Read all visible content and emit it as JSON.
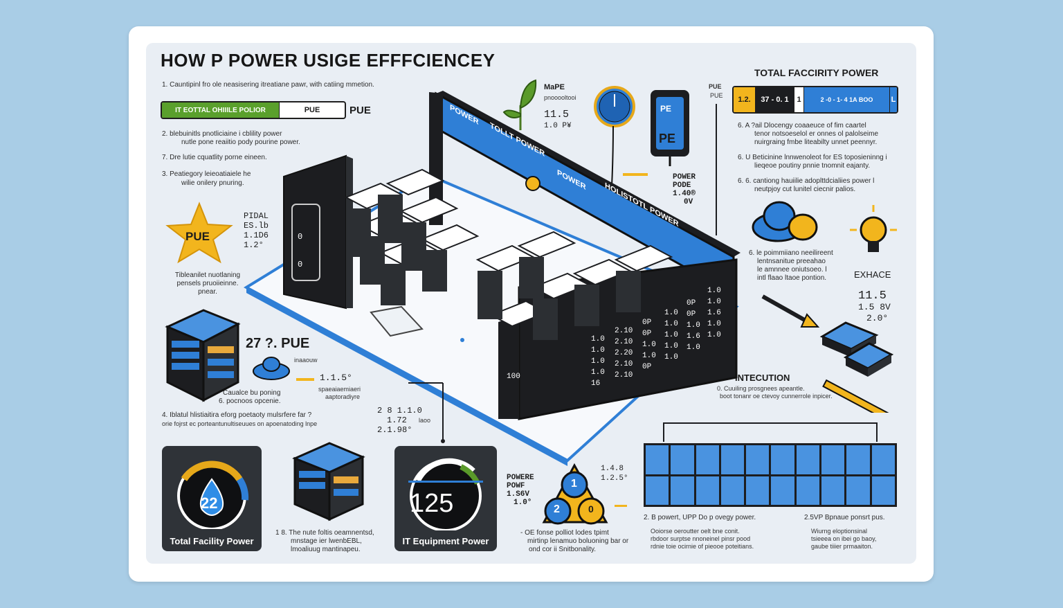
{
  "title": "HOW P POWER USIGE EFFFCIENCEY",
  "left": {
    "step1": "1.   Cauntipinl fro ole neasisering itreatiane pawr, with catiing mmetion.",
    "bar_left": "IT  EOTTAL OHIIILE POLIOR",
    "bar_right": "PUE",
    "bar_suffix": "PUE",
    "step2a": "2.   blebuinitls pnotliciaine i cblility power",
    "step2b": "nutle pone reaiitio pody pourine power.",
    "step7": "7.   Dre lutie cquatlity porne eineen.",
    "step3a": "3.   Peatiegory leieoatiaiele he",
    "step3b": "wilie onilery pnuring.",
    "star_label": "PUE",
    "pidal": [
      "PIDAL",
      "ES.lb",
      "1.1D6",
      "1.2°"
    ],
    "star_caption": [
      "Tibleanilet nuotlaning",
      "pensels pruoiieinne.",
      "pnear."
    ],
    "pue_mid": "27 ?. PUE",
    "pue_mid_sub": "inaaouw",
    "pue_val": "1.1.5°",
    "pue_val_sub": [
      "spaeaiaemiaeri",
      "aaptoradiyre"
    ],
    "caution": [
      "Caualce bu poning",
      "6.   pocnoos opcenie."
    ],
    "step4a": "4.   Iblatul hlistiaitira eforg poetaoty mulsrfere far ?",
    "step4b": "orie fojrst ec porteantunultiseuues on apoenatoding lnpe",
    "centre_vals": [
      "2 8  1.1.0",
      "1.72",
      "2.1.98°"
    ],
    "centre_vals_small": "laoo"
  },
  "gauges": [
    {
      "value": "22",
      "label": "Total Facility Power"
    },
    {
      "value": "125",
      "label": "IT Equipment Power"
    }
  ],
  "bottom_notes": {
    "note_a": [
      "1 8.  The nute foltis oeamnentsd,",
      "mnstage ier lwenbEBL,",
      "lmoaliuug mantinapeu."
    ],
    "note_b": [
      "-  OE fonse polliot lodes tpimt",
      "mirtinp lenamuo boluoning bar or",
      "ond cor ii Snitbonality."
    ],
    "pow": [
      "POWERE",
      "POWF",
      "1.S6V",
      "1.0°"
    ],
    "tri_vals": [
      "1.4.8",
      "1.2.5°"
    ],
    "tri_nums": [
      "1",
      "2",
      "0"
    ],
    "col2_title": "2. B powert, UPP Do p ovegy power.",
    "col2": [
      "Ooiorse oeroutter oelt bne conit.",
      "rbdoor surptse nnoneinel pinsr pood",
      "rdnie toie ocirnie of pieooe poteitians."
    ],
    "col3_title": "2.5VP  Bpnaue ponsrt pus.",
    "col3": [
      "Wiurng eloptionsinal",
      "tsieeea on ibei go baoy,",
      "gaube tiiier prmaaiton."
    ]
  },
  "top": {
    "leaf": [
      "MaPE"
    ],
    "leaf_sub": "pnooooltooi",
    "leaf_vals": [
      "11.5",
      "1.0 P¥"
    ],
    "meter_label": "PE",
    "meter_screen": "PE",
    "meter_side": [
      "POWER",
      "PODE",
      "1.40®",
      "0V"
    ],
    "total_title": "TOTAL FACCIRITY POWER",
    "pue_side": [
      "PUE",
      "PUE"
    ],
    "total_segs": [
      "1.2.",
      "37 - 0. 1",
      "1",
      "2 -0 - 1- 4 1A BOO",
      "L"
    ]
  },
  "right": {
    "notes": [
      [
        "6.   A  ?ail Dlocengy coaaeuce of fim caartel",
        "tenor notsoeselol er onnes ol palolseime",
        "nuirgraing fmbe liteabilty unnet peennyr."
      ],
      [
        "6.   U  Beticinine lnnwenoleot for ES toposieninng i",
        "lieqeoe poutiny pnnie tnomnit eajanty."
      ],
      [
        "6.   6.   cantiong hauiilie adoplttdcialiies power l",
        "neutpjoy cut lunitel ciecnir palios."
      ]
    ],
    "cloud_note": [
      "6.   le poimmiiano neeilireent",
      "lentnsanitue preeahao",
      "le amnnee oniutsoeo. l",
      "intl flaao ltaoe pontion."
    ],
    "exhace": "EXHACE",
    "exhace_vals": [
      "11.5",
      "1.5 8V",
      "2.0°"
    ],
    "intro_title": "INTECUTION",
    "intro": [
      "0.   Cuuiling prosgnees apeantle.",
      "boot tonanr oe ctevoy cunnerrole inpicer."
    ]
  },
  "iso": {
    "walls": [
      "POWER",
      "TOLLT POWER",
      "POWER",
      "HOLISTOTL POWER"
    ],
    "rack_nums": [
      [
        "0",
        "0"
      ],
      [
        "100"
      ]
    ],
    "wall_cols": [
      [
        "1.0",
        "1.0",
        "1.0",
        "1.0",
        "16"
      ],
      [
        "2.10",
        "2.10",
        "2.20",
        "2.10",
        "2.10"
      ],
      [
        "0P",
        "0P",
        "1.0",
        "1.0",
        "0P"
      ],
      [
        "1.0",
        "1.0",
        "1.0",
        "1.0",
        "1.0"
      ],
      [
        "0P",
        "0P",
        "1.0",
        "1.6",
        "1.0"
      ]
    ],
    "side_vals": [
      "1.0",
      "1.0",
      "1.6",
      "1.0",
      "1.0"
    ]
  },
  "colors": {
    "blue": "#2f7fd6",
    "dark": "#1c1d20",
    "yellow": "#f2b51d",
    "green": "#5a9a2a",
    "panel": "#e9eef4"
  }
}
